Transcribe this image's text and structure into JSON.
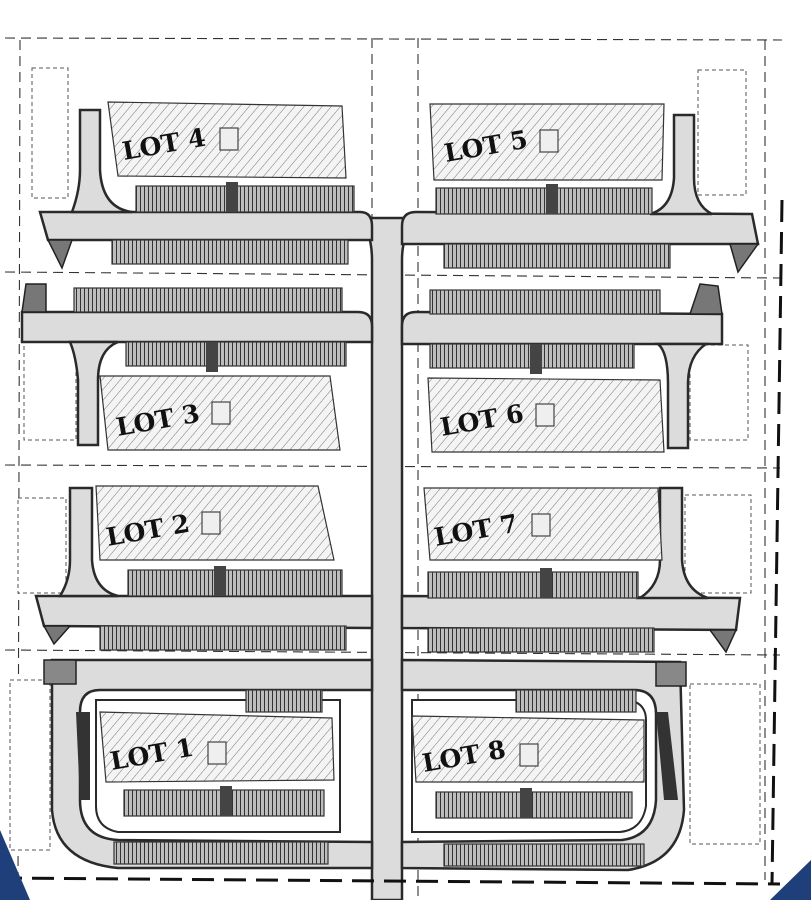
{
  "map": {
    "lots": [
      {
        "id": "lot-1",
        "label": "LOT 1"
      },
      {
        "id": "lot-2",
        "label": "LOT 2"
      },
      {
        "id": "lot-3",
        "label": "LOT 3"
      },
      {
        "id": "lot-4",
        "label": "LOT 4"
      },
      {
        "id": "lot-5",
        "label": "LOT 5"
      },
      {
        "id": "lot-6",
        "label": "LOT 6"
      },
      {
        "id": "lot-7",
        "label": "LOT 7"
      },
      {
        "id": "lot-8",
        "label": "LOT 8"
      }
    ],
    "colors": {
      "road_fill": "#dcdcdc",
      "outline": "#2a2a2a",
      "hatch": "#555555",
      "corner_accent": "#1e3f7a"
    }
  }
}
